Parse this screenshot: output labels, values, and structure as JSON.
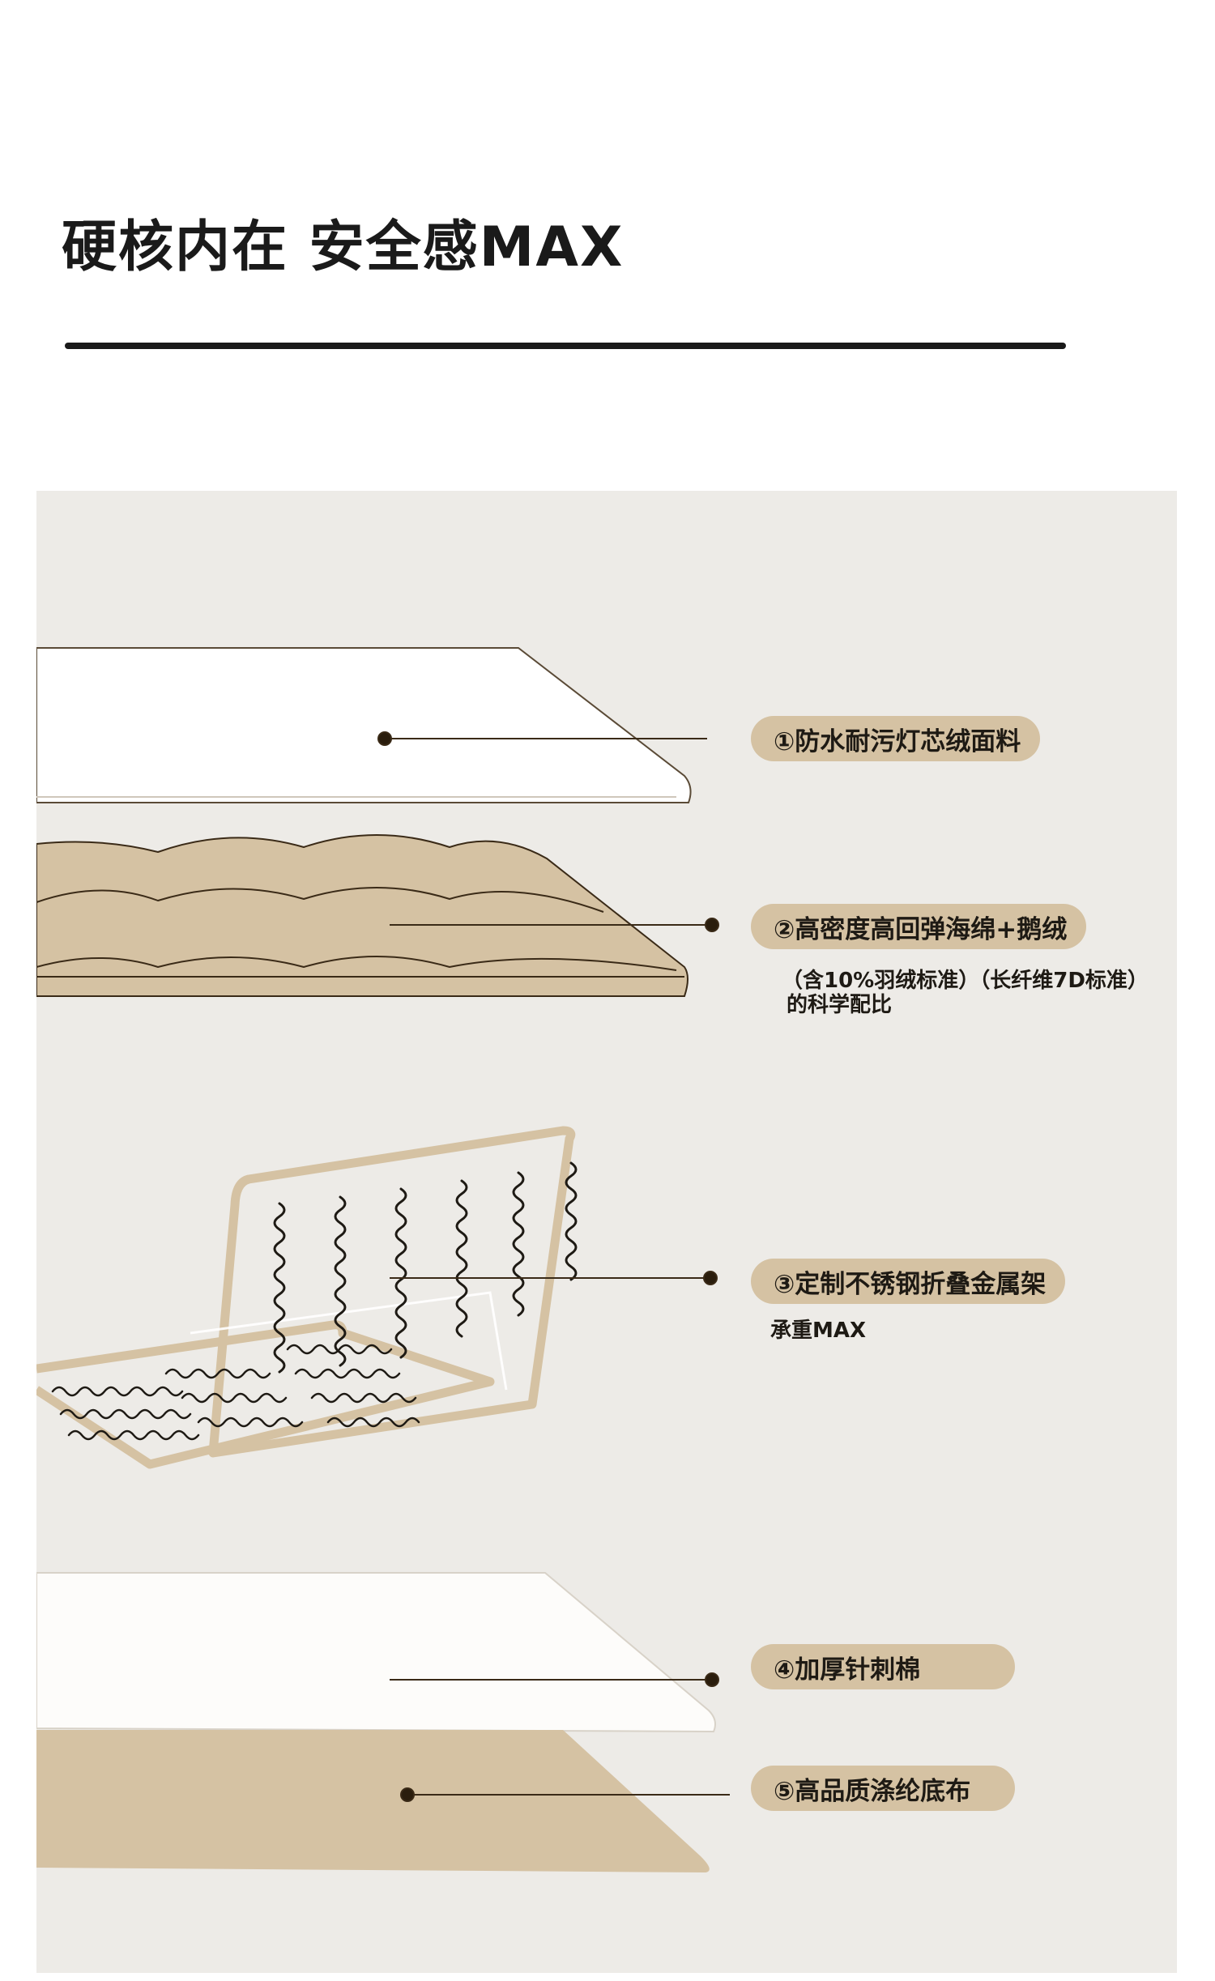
{
  "header": {
    "title": "硬核内在 安全感MAX"
  },
  "colors": {
    "panel_bg": "#edebe7",
    "tan": "#d5c2a3",
    "outline": "#3a2a17",
    "white": "#ffffff"
  },
  "layers": [
    {
      "label": "①防水耐污灯芯绒面料",
      "notes": []
    },
    {
      "label": "②高密度高回弹海绵+鹅绒",
      "notes": [
        "（含10%羽绒标准）（长纤维7D标准）",
        "的科学配比"
      ]
    },
    {
      "label": "③定制不锈钢折叠金属架",
      "notes": [
        "承重MAX"
      ]
    },
    {
      "label": "④加厚针刺棉",
      "notes": []
    },
    {
      "label": "⑤高品质涤纶底布",
      "notes": []
    }
  ]
}
